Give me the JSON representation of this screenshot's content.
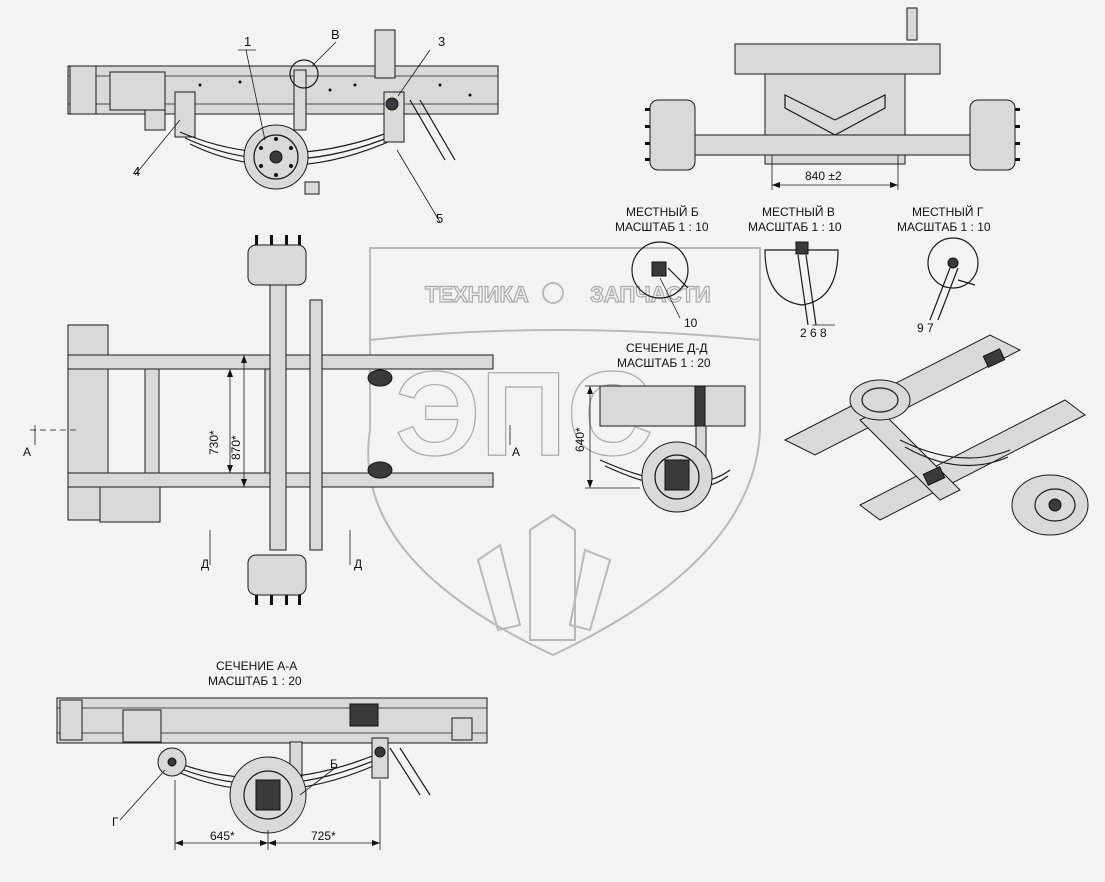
{
  "callouts": {
    "c1": "1",
    "c3": "3",
    "c4": "4",
    "c5": "5",
    "cB": "В",
    "c10": "10",
    "c268": "2 6 8",
    "c97": "9 7",
    "cG": "Г",
    "cBsmall": "Б"
  },
  "views": {
    "detail_b": {
      "title": "МЕСТНЫЙ Б",
      "scale": "МАСШТАБ 1 : 10"
    },
    "detail_v": {
      "title": "МЕСТНЫЙ В",
      "scale": "МАСШТАБ 1 : 10"
    },
    "detail_g": {
      "title": "МЕСТНЫЙ Г",
      "scale": "МАСШТАБ 1 : 10"
    },
    "section_dd": {
      "title": "СЕЧЕНИЕ Д-Д",
      "scale": "МАСШТАБ 1 : 20"
    },
    "section_aa": {
      "title": "СЕЧЕНИЕ А-А",
      "scale": "МАСШТАБ 1 : 20"
    }
  },
  "dimensions": {
    "track": "840 ±2",
    "frame_inner": "730*",
    "frame_outer": "870*",
    "height_dd": "640*",
    "front_spring": "645*",
    "rear_spring": "725*"
  },
  "section_marks": {
    "a_left": "А",
    "a_right": "А",
    "d_left": "Д",
    "d_right": "Д"
  },
  "watermark": {
    "left": "ТЕХНИКА",
    "right": "ЗАПЧАСТИ",
    "logo": "ЭПС"
  }
}
